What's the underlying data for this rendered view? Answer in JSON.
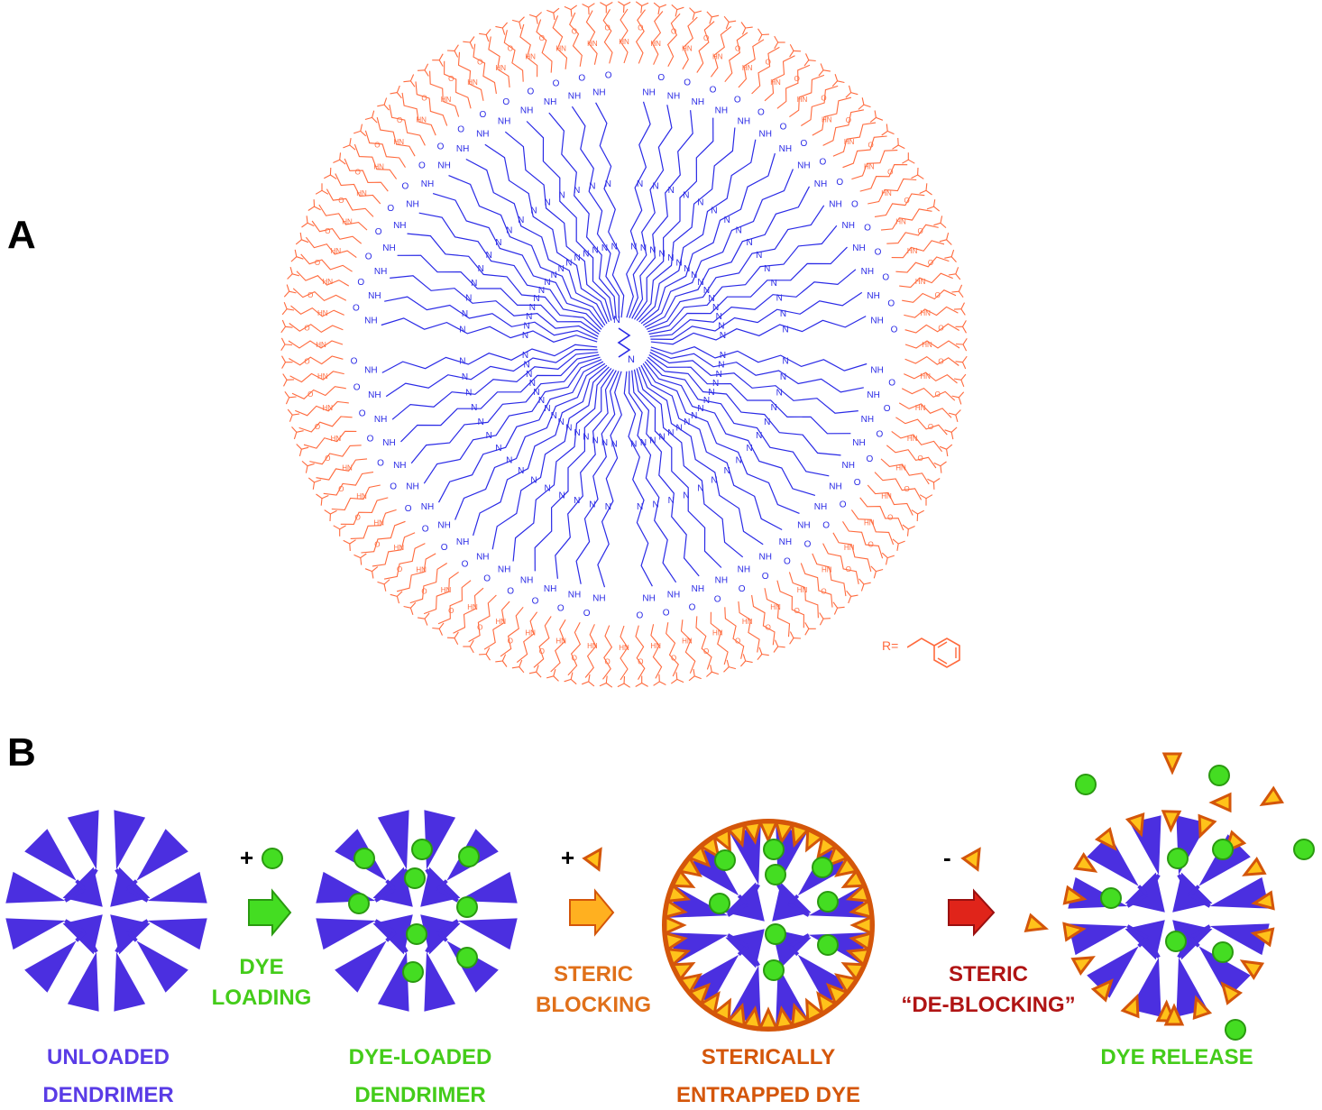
{
  "panel_labels": {
    "a": "A",
    "b": "B"
  },
  "panel_a": {
    "colors": {
      "core": "#2a2ae6",
      "shell": "#ff6a3d"
    },
    "atom_labels": {
      "nitrogen": "N",
      "amine": "NH",
      "amine_rev": "HN",
      "oxygen": "O",
      "residue": "R"
    },
    "legend": {
      "label": "R="
    }
  },
  "panel_b": {
    "colors": {
      "dendrimer": "#4b2fe0",
      "dye": "#44dd22",
      "blocker_fill": "#ffc21a",
      "blocker_edge": "#d4560a",
      "arrow_load": "#44dd22",
      "arrow_block": "#ffb020",
      "arrow_deblock": "#e0241a",
      "caption_unloaded": "#5a3ce6",
      "caption_loaded": "#44cc1a",
      "caption_entrapped": "#d4560a",
      "caption_release": "#44cc1a",
      "label_steric_blocking": "#e0701a",
      "label_steric_deblocking": "#b01414"
    },
    "steps": [
      {
        "sign": "+",
        "label_line1": "DYE",
        "label_line2": "LOADING"
      },
      {
        "sign": "+",
        "label_line1": "STERIC",
        "label_line2": "BLOCKING"
      },
      {
        "sign": "-",
        "label_line1": "STERIC",
        "label_line2": "“DE-BLOCKING”"
      }
    ],
    "captions": [
      {
        "line1": "UNLOADED",
        "line2": "DENDRIMER"
      },
      {
        "line1": "DYE-LOADED",
        "line2": "DENDRIMER"
      },
      {
        "line1": "STERICALLY",
        "line2": "ENTRAPPED DYE"
      },
      {
        "line1": "",
        "line2": "DYE RELEASE"
      }
    ]
  }
}
